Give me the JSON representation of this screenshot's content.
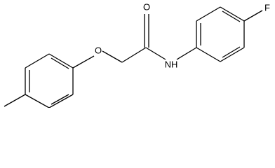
{
  "molecule": {
    "atoms": {
      "oxygen_ether": "O",
      "oxygen_carbonyl": "O",
      "amide_nh": "NH",
      "fluorine": "F"
    },
    "colors": {
      "bond": "#000000",
      "label": "#000000",
      "background": "#ffffff"
    }
  }
}
